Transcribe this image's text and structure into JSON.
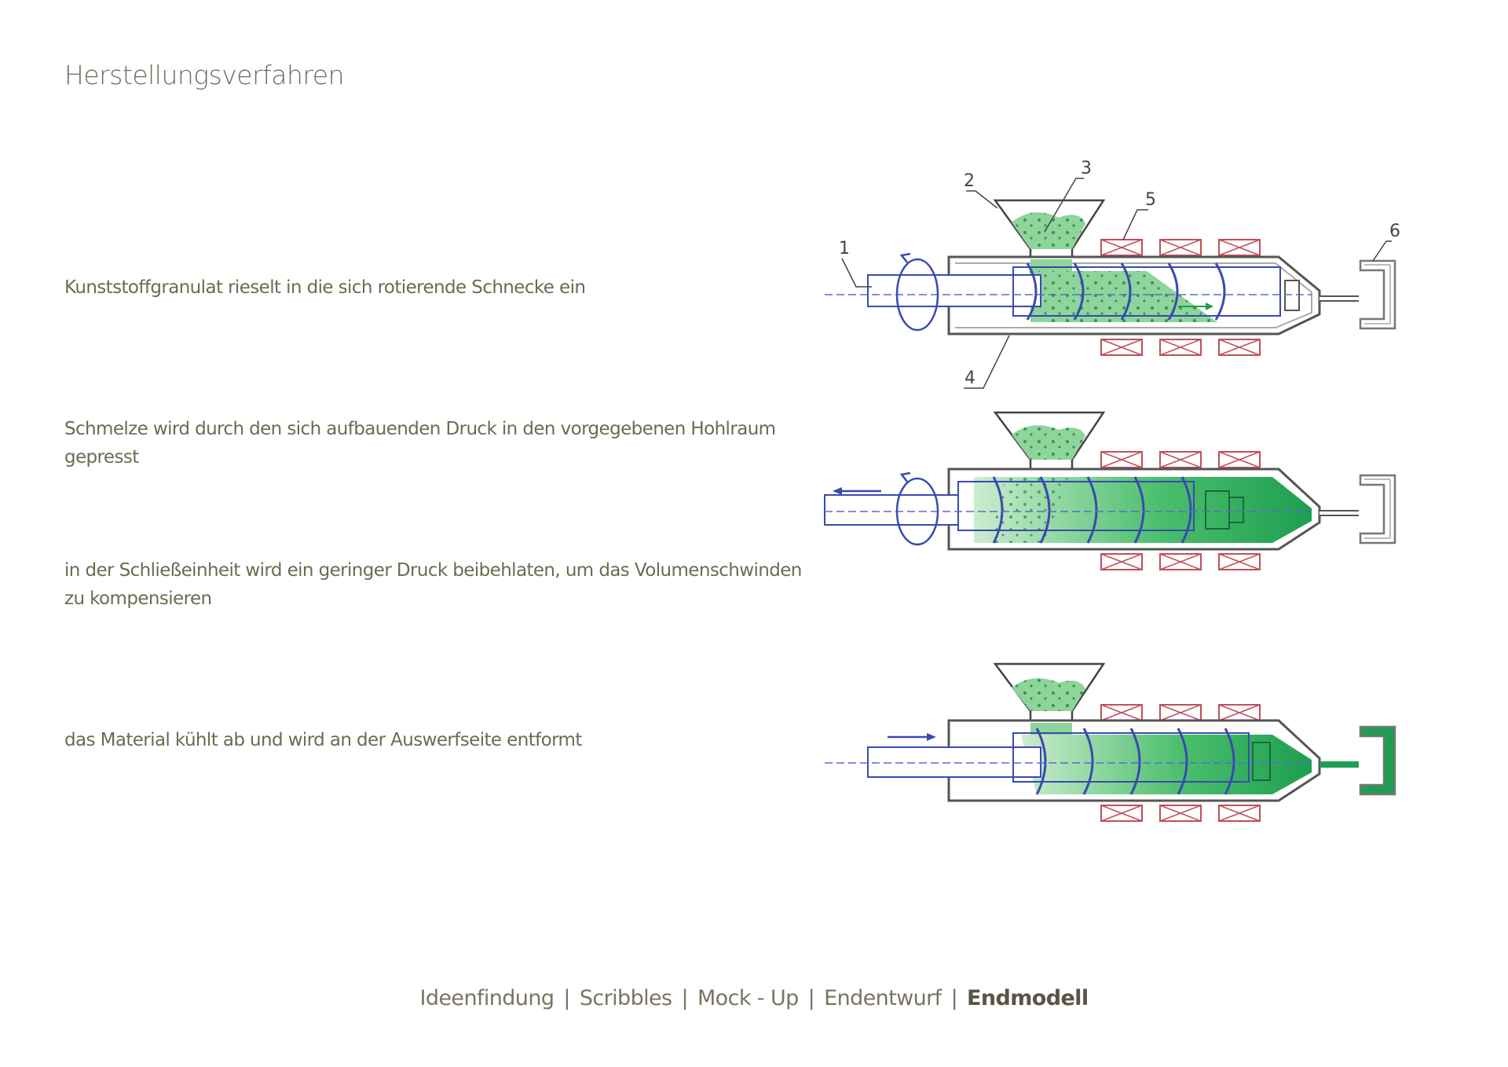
{
  "page": {
    "title": "Herstellungsverfahren"
  },
  "steps": [
    {
      "text": "Kunststoffgranulat rieselt in die sich rotierende Schnecke ein"
    },
    {
      "text": "Schmelze wird durch den sich aufbauenden Druck in den vorgegebenen Hohlraum gepresst"
    },
    {
      "text": "in der Schließeinheit wird ein geringer Druck beibehlaten, um das Volumenschwinden zu kompensieren"
    },
    {
      "text": "das Material kühlt ab und wird an der Auswerfseite entformt"
    }
  ],
  "diagram": {
    "part_labels": [
      "1",
      "2",
      "3",
      "4",
      "5",
      "6"
    ],
    "colors": {
      "granulate": "#8fd49a",
      "melt": "#1e9e50",
      "heater": "#c0505a",
      "screw": "#3a4ab0",
      "outline": "#555555",
      "axis": "#5a6ad0"
    }
  },
  "nav": {
    "items": [
      "Ideenfindung",
      "Scribbles",
      "Mock - Up",
      "Endentwurf"
    ],
    "active": "Endmodell",
    "separator": "|"
  }
}
